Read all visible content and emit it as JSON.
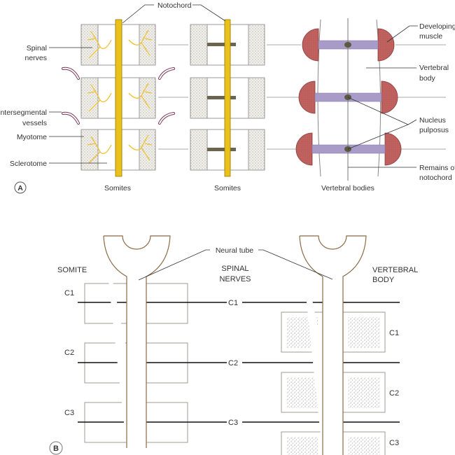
{
  "panel_a": {
    "letter": "A",
    "notochord": "Notochord",
    "spinal_nerves": [
      "Spinal",
      "nerves"
    ],
    "intersegmental_vessels": [
      "Intersegmental",
      "vessels"
    ],
    "myotome": "Myotome",
    "sclerotome": "Sclerotome",
    "somites_1": "Somites",
    "somites_2": "Somites",
    "vertebral_bodies": "Vertebral bodies",
    "developing_muscle": [
      "Developing",
      "muscle"
    ],
    "vertebral_body": [
      "Vertebral",
      "body"
    ],
    "nucleus_pulposus": [
      "Nucleus",
      "pulposus"
    ],
    "remains_of_notochord": [
      "Remains of",
      "notochord"
    ]
  },
  "panel_b": {
    "letter": "B",
    "neural_tube": "Neural tube",
    "somite": "SOMITE",
    "spinal_nerves": [
      "SPINAL",
      "NERVES"
    ],
    "vertebral_body": [
      "VERTEBRAL",
      "BODY"
    ],
    "somite_levels": [
      "C1",
      "C2",
      "C3"
    ],
    "nerve_levels": [
      "C1",
      "C2",
      "C3"
    ],
    "vertebra_levels": [
      "C1",
      "C2",
      "C3"
    ]
  },
  "colors": {
    "notochord": "#e8c21a",
    "disc": "#a89bc8",
    "muscle": "#b85a5a",
    "neural_tube": "#8b6a45",
    "vessel": "#7a3a5a"
  }
}
